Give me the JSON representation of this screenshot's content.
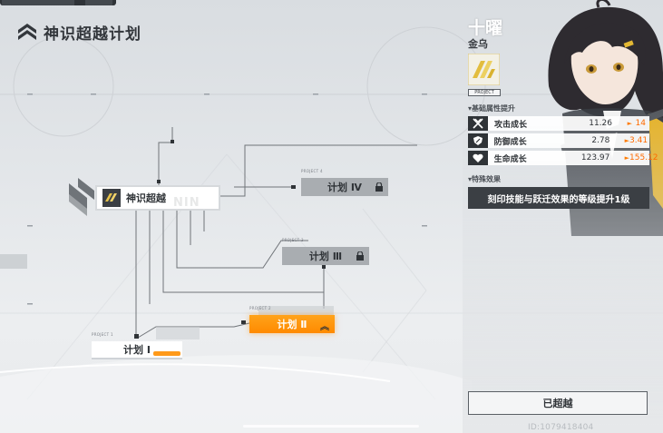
{
  "header": {
    "title": "神识超越计划"
  },
  "tree": {
    "main_node_label": "神识超越",
    "main_node_watermark": "NIN",
    "projects": [
      {
        "id": "p4",
        "tag": "PROJECT 4",
        "label": "计划 Ⅳ",
        "state": "locked"
      },
      {
        "id": "p3",
        "tag": "PROJECT 3",
        "label": "计划 Ⅲ",
        "state": "locked"
      },
      {
        "id": "p2",
        "tag": "PROJECT 2",
        "label": "计划 Ⅱ",
        "state": "active"
      },
      {
        "id": "p1",
        "tag": "PROJECT 1",
        "label": "计划 Ⅰ",
        "state": "completed"
      }
    ]
  },
  "character": {
    "name": "十曜",
    "subtitle": "金乌",
    "project_tag": "PROJECT"
  },
  "stats": {
    "section_label": "▾基础属性提升",
    "rows": [
      {
        "icon": "attack-icon",
        "name": "攻击成长",
        "value": "11.26",
        "new_value": "14"
      },
      {
        "icon": "defense-icon",
        "name": "防御成长",
        "value": "2.78",
        "new_value": "3.41"
      },
      {
        "icon": "health-icon",
        "name": "生命成长",
        "value": "123.97",
        "new_value": "155.12"
      }
    ],
    "arrow": "►"
  },
  "special": {
    "section_label": "▾特殊效果",
    "effect": "刻印技能与跃迁效果的等级提升1级"
  },
  "actions": {
    "done_label": "已超越"
  },
  "footer": {
    "uid": "ID:1079418404"
  },
  "colors": {
    "accent": "#ff9100",
    "dark": "#3b3f44",
    "locked": "#a9adb1",
    "increase": "#ff6a00"
  }
}
